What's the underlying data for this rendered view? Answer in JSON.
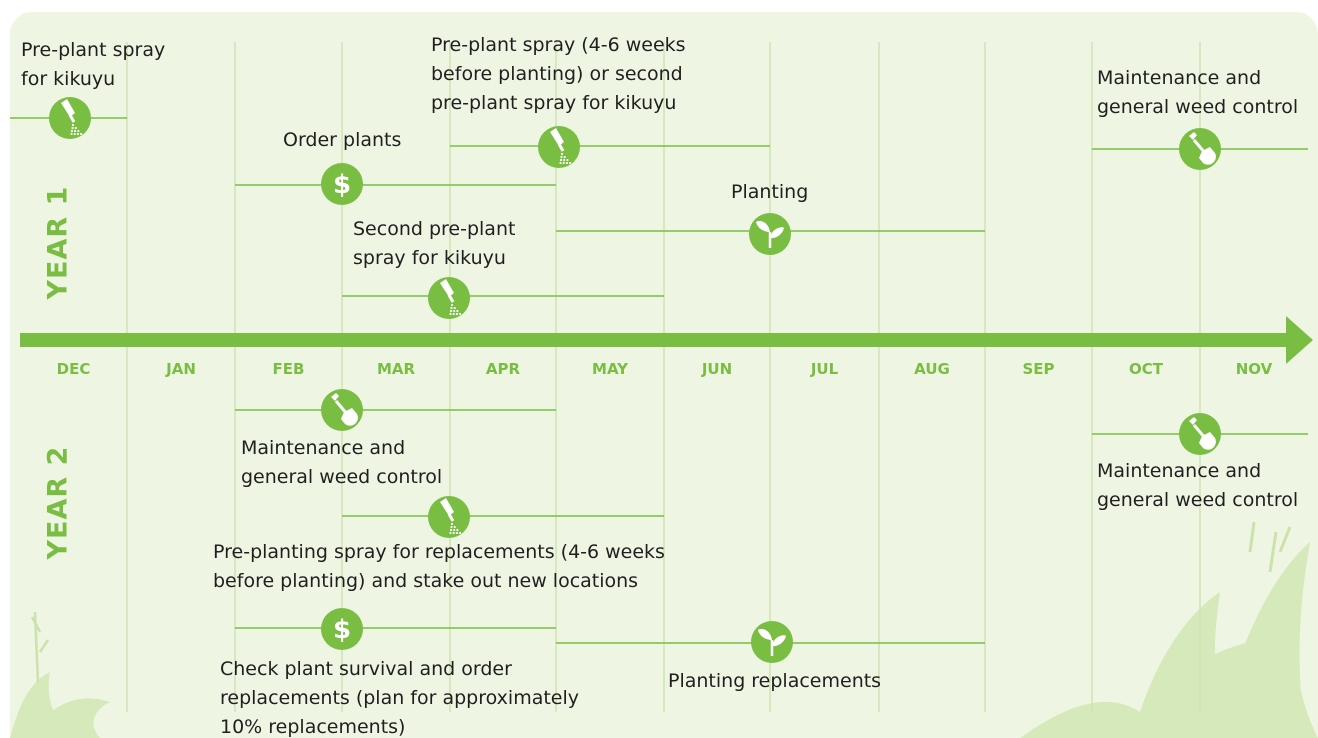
{
  "colors": {
    "accent": "#79bd43",
    "background": "#eff5e3",
    "grid": "#cfe3b3",
    "text": "#1f1f1f"
  },
  "months": [
    "DEC",
    "JAN",
    "FEB",
    "MAR",
    "APR",
    "MAY",
    "JUN",
    "JUL",
    "AUG",
    "SEP",
    "OCT",
    "NOV"
  ],
  "years": {
    "year1": "YEAR 1",
    "year2": "YEAR 2"
  },
  "year1": [
    {
      "label": [
        "Pre-plant spray",
        "for kikuyu"
      ],
      "icon": "spray-icon",
      "start": "DEC",
      "end": "JAN"
    },
    {
      "label": [
        "Order plants"
      ],
      "icon": "dollar-icon",
      "start": "FEB",
      "end": "APR"
    },
    {
      "label": [
        "Pre-plant spray (4-6 weeks",
        "before planting) or second",
        "pre-plant spray for kikuyu"
      ],
      "icon": "spray-icon",
      "start": "APR",
      "end": "JUN"
    },
    {
      "label": [
        "Second pre-plant",
        "spray for kikuyu"
      ],
      "icon": "spray-icon",
      "start": "MAR",
      "end": "MAY"
    },
    {
      "label": [
        "Planting"
      ],
      "icon": "seedling-icon",
      "start": "MAY",
      "end": "AUG"
    },
    {
      "label": [
        "Maintenance and",
        "general weed control"
      ],
      "icon": "shovel-icon",
      "start": "OCT",
      "end": "NOV"
    }
  ],
  "year2": [
    {
      "label": [
        "Maintenance and",
        "general weed control"
      ],
      "icon": "shovel-icon",
      "start": "FEB",
      "end": "APR"
    },
    {
      "label": [
        "Pre-planting spray for replacements (4-6 weeks",
        "before planting) and stake out new locations"
      ],
      "icon": "spray-icon",
      "start": "MAR",
      "end": "MAY"
    },
    {
      "label": [
        "Check plant survival and order",
        "replacements (plan for approximately",
        "10% replacements)"
      ],
      "icon": "dollar-icon",
      "start": "FEB",
      "end": "APR"
    },
    {
      "label": [
        "Planting replacements"
      ],
      "icon": "seedling-icon",
      "start": "MAY",
      "end": "AUG"
    },
    {
      "label": [
        "Maintenance and",
        "general weed control"
      ],
      "icon": "shovel-icon",
      "start": "OCT",
      "end": "NOV"
    }
  ]
}
